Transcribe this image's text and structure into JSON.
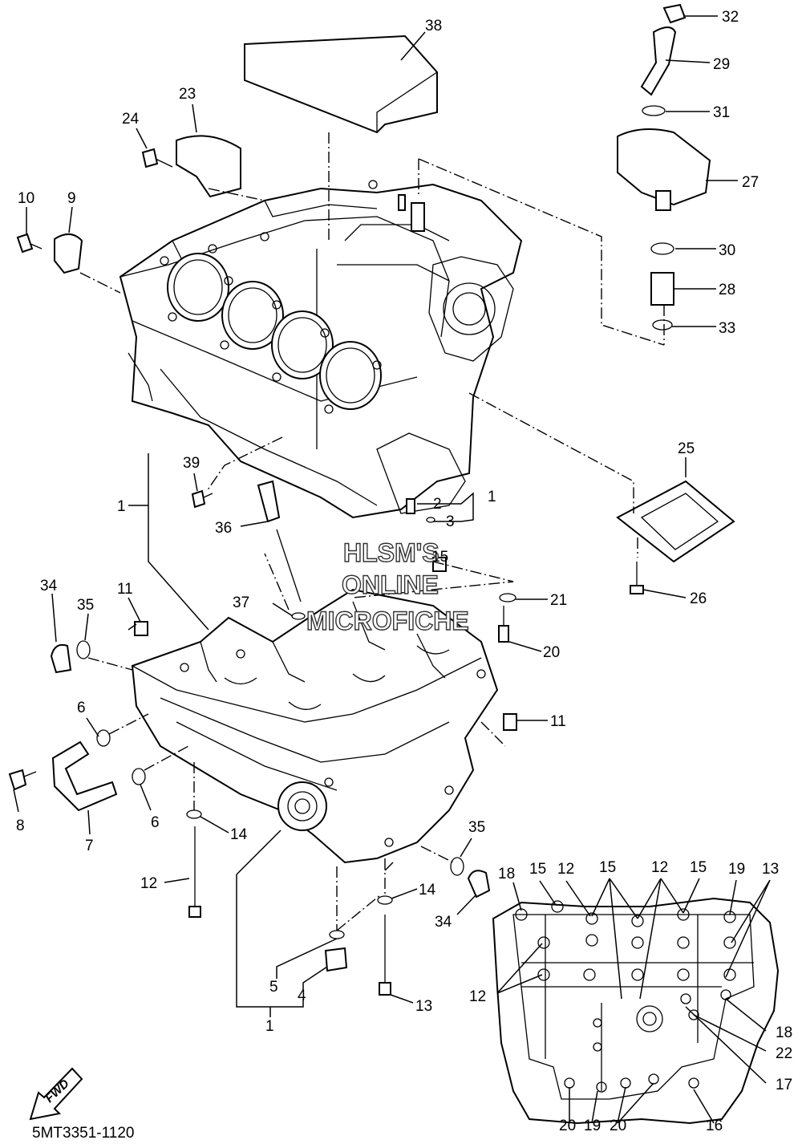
{
  "watermark": [
    "HLSM'S",
    "ONLINE",
    "MICROFICHE"
  ],
  "diagram_code": "5MT3351-1120",
  "fwd_label": "FWD",
  "callouts": [
    {
      "id": "c32",
      "text": "32"
    },
    {
      "id": "c29",
      "text": "29"
    },
    {
      "id": "c31",
      "text": "31"
    },
    {
      "id": "c27",
      "text": "27"
    },
    {
      "id": "c30",
      "text": "30"
    },
    {
      "id": "c28",
      "text": "28"
    },
    {
      "id": "c33",
      "text": "33"
    },
    {
      "id": "c38",
      "text": "38"
    },
    {
      "id": "c23",
      "text": "23"
    },
    {
      "id": "c24",
      "text": "24"
    },
    {
      "id": "c10",
      "text": "10"
    },
    {
      "id": "c9",
      "text": "9"
    },
    {
      "id": "c25",
      "text": "25"
    },
    {
      "id": "c26",
      "text": "26"
    },
    {
      "id": "c39",
      "text": "39"
    },
    {
      "id": "c1a",
      "text": "1"
    },
    {
      "id": "c2",
      "text": "2"
    },
    {
      "id": "c1b",
      "text": "1"
    },
    {
      "id": "c3",
      "text": "3"
    },
    {
      "id": "c36",
      "text": "36"
    },
    {
      "id": "c34a",
      "text": "34"
    },
    {
      "id": "c35a",
      "text": "35"
    },
    {
      "id": "c11a",
      "text": "11"
    },
    {
      "id": "c37",
      "text": "37"
    },
    {
      "id": "c15a",
      "text": "15"
    },
    {
      "id": "c21",
      "text": "21"
    },
    {
      "id": "c20a",
      "text": "20"
    },
    {
      "id": "c11b",
      "text": "11"
    },
    {
      "id": "c6a",
      "text": "6"
    },
    {
      "id": "c8",
      "text": "8"
    },
    {
      "id": "c6b",
      "text": "6"
    },
    {
      "id": "c7",
      "text": "7"
    },
    {
      "id": "c14a",
      "text": "14"
    },
    {
      "id": "c12a",
      "text": "12"
    },
    {
      "id": "c35b",
      "text": "35"
    },
    {
      "id": "c34b",
      "text": "34"
    },
    {
      "id": "c14b",
      "text": "14"
    },
    {
      "id": "c5",
      "text": "5"
    },
    {
      "id": "c4",
      "text": "4"
    },
    {
      "id": "c1c",
      "text": "1"
    },
    {
      "id": "c13a",
      "text": "13"
    },
    {
      "id": "c18a",
      "text": "18"
    },
    {
      "id": "c15b",
      "text": "15"
    },
    {
      "id": "c12b",
      "text": "12"
    },
    {
      "id": "c15c",
      "text": "15"
    },
    {
      "id": "c12c",
      "text": "12"
    },
    {
      "id": "c15d",
      "text": "15"
    },
    {
      "id": "c19a",
      "text": "19"
    },
    {
      "id": "c13b",
      "text": "13"
    },
    {
      "id": "c12d",
      "text": "12"
    },
    {
      "id": "c18b",
      "text": "18"
    },
    {
      "id": "c22",
      "text": "22"
    },
    {
      "id": "c17",
      "text": "17"
    },
    {
      "id": "c20b",
      "text": "20"
    },
    {
      "id": "c19b",
      "text": "19"
    },
    {
      "id": "c20c",
      "text": "20"
    },
    {
      "id": "c16",
      "text": "16"
    }
  ]
}
